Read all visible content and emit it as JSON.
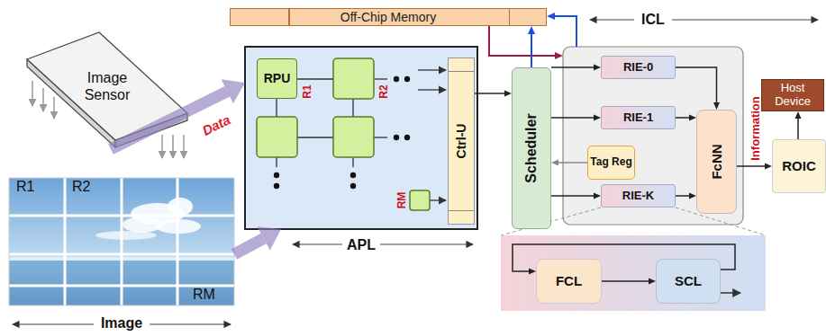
{
  "diagram": {
    "nodes": [
      {
        "text": [
          "Off-Chip Memory"
        ]
      },
      {
        "text": [
          "Image Sensor"
        ]
      },
      {
        "text": [
          "Image"
        ]
      },
      {
        "text": [
          "APL"
        ]
      },
      {
        "text": [
          "RPU"
        ],
        "in": 3
      },
      {
        "text": [
          "Ctrl-U"
        ],
        "in": 3
      },
      {
        "text": [
          "Scheduler"
        ]
      },
      {
        "text": [
          "ICL"
        ]
      },
      {
        "text": [
          "RIE-0"
        ],
        "in": 7
      },
      {
        "text": [
          "RIE-1"
        ],
        "in": 7
      },
      {
        "text": [
          "Tag Reg"
        ],
        "in": 7
      },
      {
        "text": [
          "RIE-K"
        ],
        "in": 7
      },
      {
        "text": [
          "FcNN"
        ],
        "in": 7
      },
      {
        "text": [
          "Host Device"
        ]
      },
      {
        "text": [
          "ROIC"
        ]
      },
      {
        "text": [
          "FCL"
        ]
      },
      {
        "text": [
          "SCL"
        ]
      }
    ],
    "edges": [
      {
        "from": 1,
        "to": 3,
        "label": "Data",
        "arrow": "to"
      },
      {
        "from": 2,
        "to": 3,
        "arrow": "to"
      },
      {
        "from": 5,
        "to": 6,
        "arrow": "to"
      },
      {
        "from": 0,
        "to": 7,
        "arrow": "to"
      },
      {
        "from": 6,
        "to": 0,
        "arrow": "to"
      },
      {
        "from": 7,
        "to": 0,
        "arrow": "to"
      },
      {
        "from": 6,
        "to": 8,
        "arrow": "to"
      },
      {
        "from": 6,
        "to": 9,
        "arrow": "to"
      },
      {
        "from": 6,
        "to": 11,
        "arrow": "to"
      },
      {
        "from": 10,
        "to": 6,
        "arrow": "to"
      },
      {
        "from": 8,
        "to": 12,
        "arrow": "to"
      },
      {
        "from": 9,
        "to": 12,
        "arrow": "to"
      },
      {
        "from": 11,
        "to": 12,
        "arrow": "to"
      },
      {
        "from": 12,
        "to": 14,
        "label": "Information",
        "arrow": "to"
      },
      {
        "from": 14,
        "to": 13,
        "arrow": "to"
      },
      {
        "from": 15,
        "to": 16,
        "arrow": "to"
      },
      {
        "from": 16,
        "to": 15,
        "arrow": "to"
      }
    ],
    "labels": [
      "R1",
      "R2",
      "RM",
      "R1",
      "R2",
      "RM"
    ]
  }
}
